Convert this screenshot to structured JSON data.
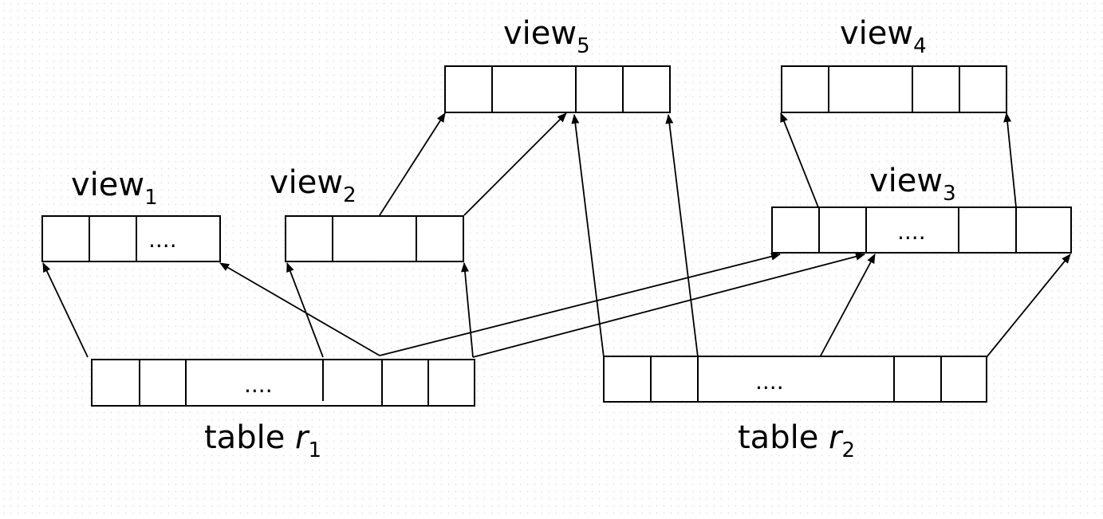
{
  "labels": {
    "view1": {
      "text": "view",
      "sub": "1"
    },
    "view2": {
      "text": "view",
      "sub": "2"
    },
    "view3": {
      "text": "view",
      "sub": "3"
    },
    "view4": {
      "text": "view",
      "sub": "4"
    },
    "view5": {
      "text": "view",
      "sub": "5"
    },
    "table_r1": {
      "text": "table ",
      "italic": "r",
      "sub": "1"
    },
    "table_r2": {
      "text": "table ",
      "italic": "r",
      "sub": "2"
    }
  },
  "ellipsis": "...."
}
